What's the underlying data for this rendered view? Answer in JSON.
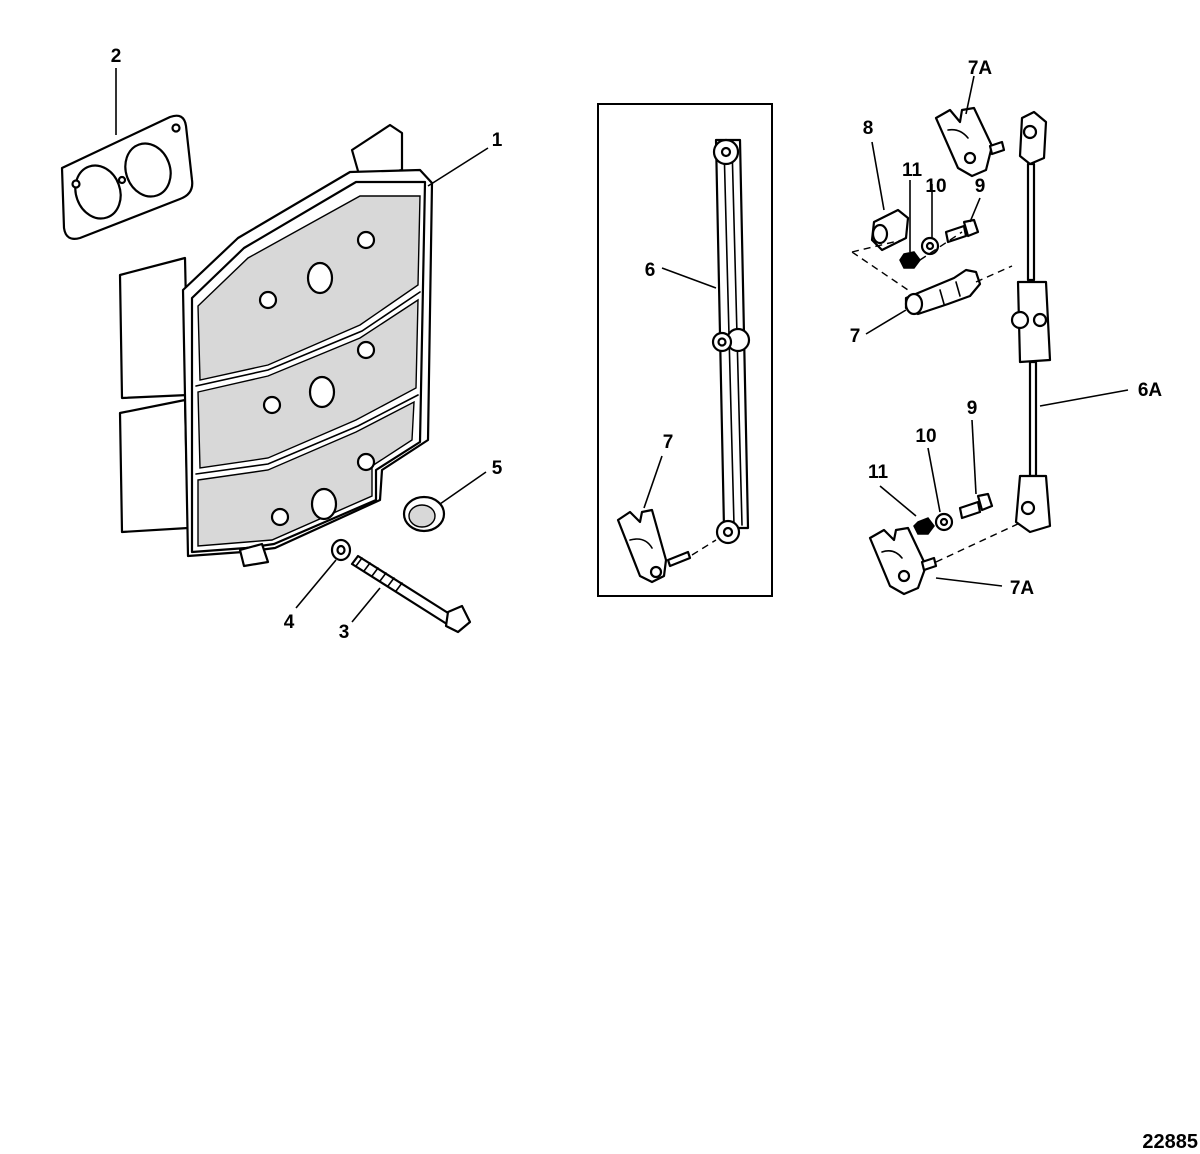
{
  "diagram": {
    "reference_number": "22885",
    "callouts": [
      {
        "id": "c-1",
        "label": "1"
      },
      {
        "id": "c-2",
        "label": "2"
      },
      {
        "id": "c-3",
        "label": "3"
      },
      {
        "id": "c-4",
        "label": "4"
      },
      {
        "id": "c-5",
        "label": "5"
      },
      {
        "id": "c-6",
        "label": "6"
      },
      {
        "id": "c-7-inset",
        "label": "7"
      },
      {
        "id": "c-7",
        "label": "7"
      },
      {
        "id": "c-7a-top",
        "label": "7A"
      },
      {
        "id": "c-7a-bottom",
        "label": "7A"
      },
      {
        "id": "c-8",
        "label": "8"
      },
      {
        "id": "c-9-top",
        "label": "9"
      },
      {
        "id": "c-9-bottom",
        "label": "9"
      },
      {
        "id": "c-10-top",
        "label": "10"
      },
      {
        "id": "c-10-bottom",
        "label": "10"
      },
      {
        "id": "c-11-top",
        "label": "11"
      },
      {
        "id": "c-11-bottom",
        "label": "11"
      },
      {
        "id": "c-6a",
        "label": "6A"
      }
    ]
  }
}
